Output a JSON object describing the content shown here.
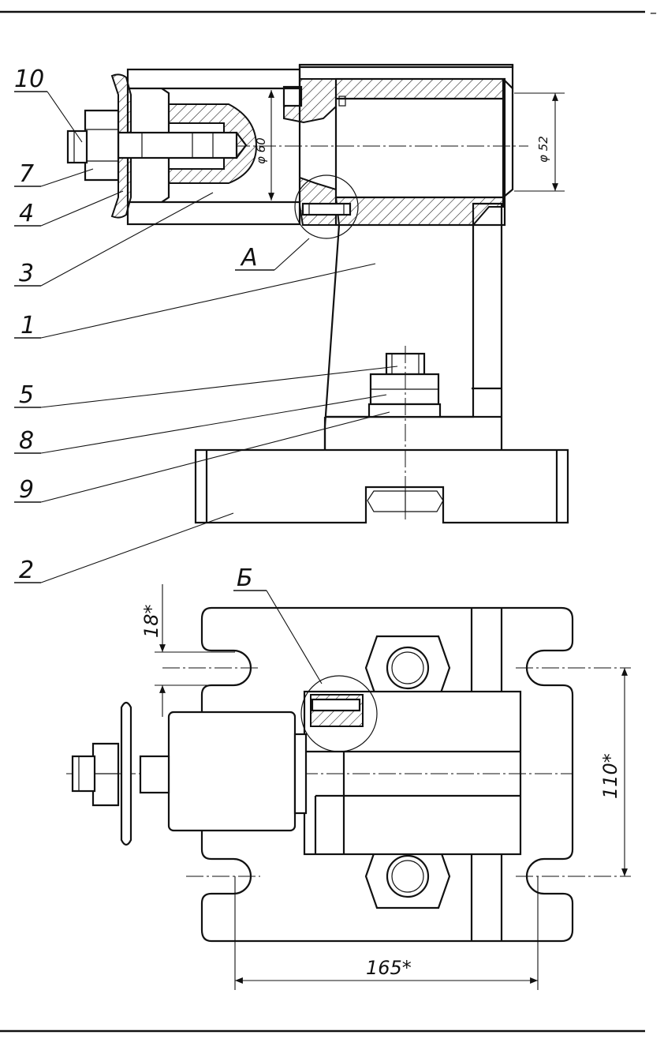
{
  "drawing": {
    "part_labels": [
      "10",
      "7",
      "4",
      "3",
      "1",
      "5",
      "8",
      "9",
      "2"
    ],
    "detail_labels": [
      "А",
      "Б"
    ],
    "dimensions": {
      "bore_outer": "φ 60",
      "bore_inner": "φ 52",
      "slot_width": "18*",
      "slot_spacing": "110*",
      "slot_length": "165*"
    },
    "corner_mark": "–"
  }
}
